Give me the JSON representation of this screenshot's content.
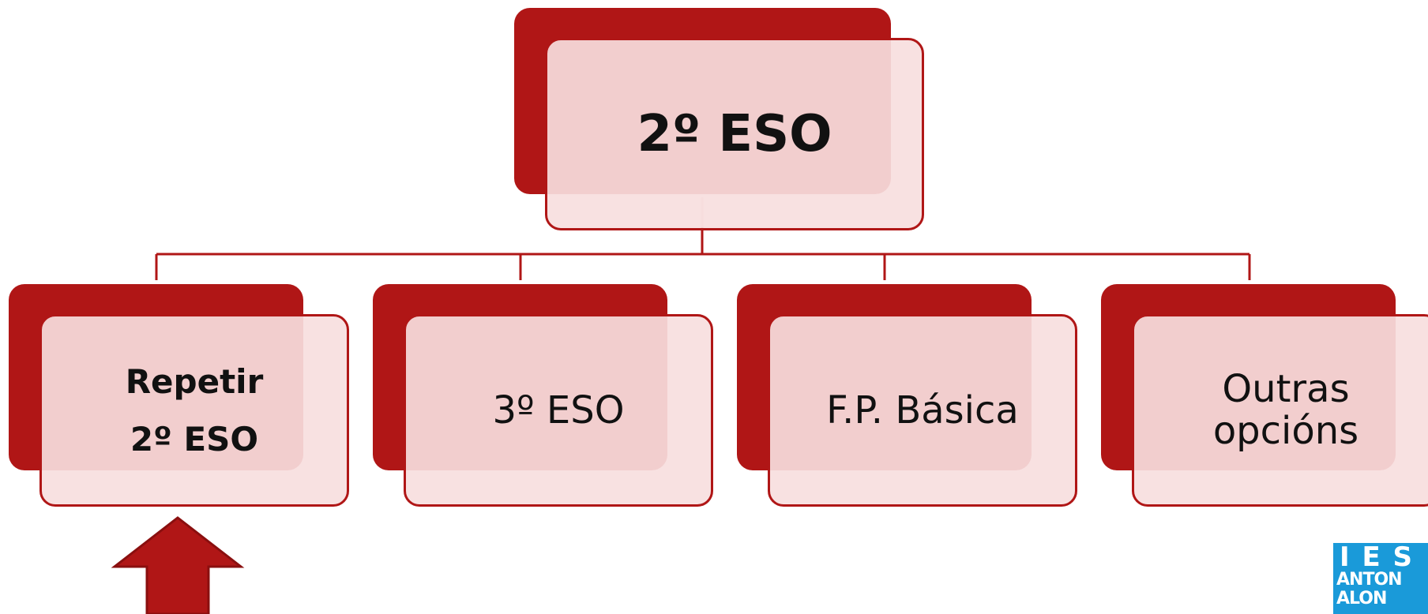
{
  "colors": {
    "accent": "#b01616",
    "box_fill": "#f7dede",
    "logo_blue": "#1a9ad9"
  },
  "root": {
    "label": "2º ESO"
  },
  "children": [
    {
      "lines": [
        "Repetir",
        "2º ESO"
      ],
      "highlighted": true
    },
    {
      "lines": [
        "3º ESO"
      ]
    },
    {
      "lines": [
        "F.P. Básica"
      ]
    },
    {
      "lines": [
        "Outras",
        "opcións"
      ]
    }
  ],
  "logo": {
    "text_line1": "I E S",
    "text_line2": "ANTON",
    "text_line3": "ALON"
  },
  "arrow": {
    "icon": "up-arrow-icon",
    "points_to": "Repetir 2º ESO"
  }
}
